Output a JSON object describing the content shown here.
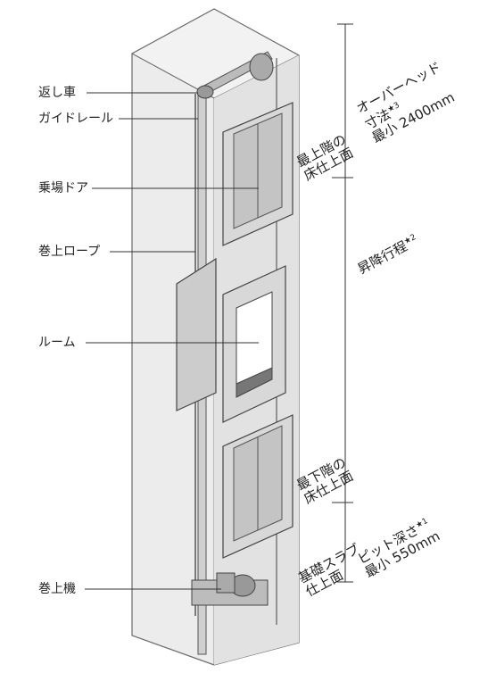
{
  "left_labels": [
    {
      "id": "return-pulley",
      "text": "返し車"
    },
    {
      "id": "guide-rail",
      "text": "ガイドレール"
    },
    {
      "id": "landing-door",
      "text": "乗場ドア"
    },
    {
      "id": "hoist-rope",
      "text": "巻上ロープ"
    },
    {
      "id": "room",
      "text": "ルーム"
    },
    {
      "id": "hoist-machine",
      "text": "巻上機"
    }
  ],
  "floor_labels": {
    "top_floor": [
      "最上階の",
      "床仕上面"
    ],
    "bottom_floor": [
      "最下階の",
      "床仕上面"
    ],
    "foundation": [
      "基礎スラブ",
      "仕上面"
    ]
  },
  "dimensions": {
    "overhead": {
      "line1": "オーバーヘッド",
      "line2": "寸法",
      "mark": "★3",
      "line3": "最小 2400mm"
    },
    "travel": {
      "line1": "昇降行程",
      "mark": "★2"
    },
    "pit": {
      "line1": "ピット深さ",
      "mark": "★1",
      "line2": "最小 550mm"
    }
  },
  "colors": {
    "shaft_fill": "#e8e8e8",
    "shaft_stroke": "#555555",
    "door_fill": "#d6d6d6",
    "door_dark": "#8a8a8a",
    "cab_fill": "#c9c9c9",
    "line": "#333333"
  }
}
